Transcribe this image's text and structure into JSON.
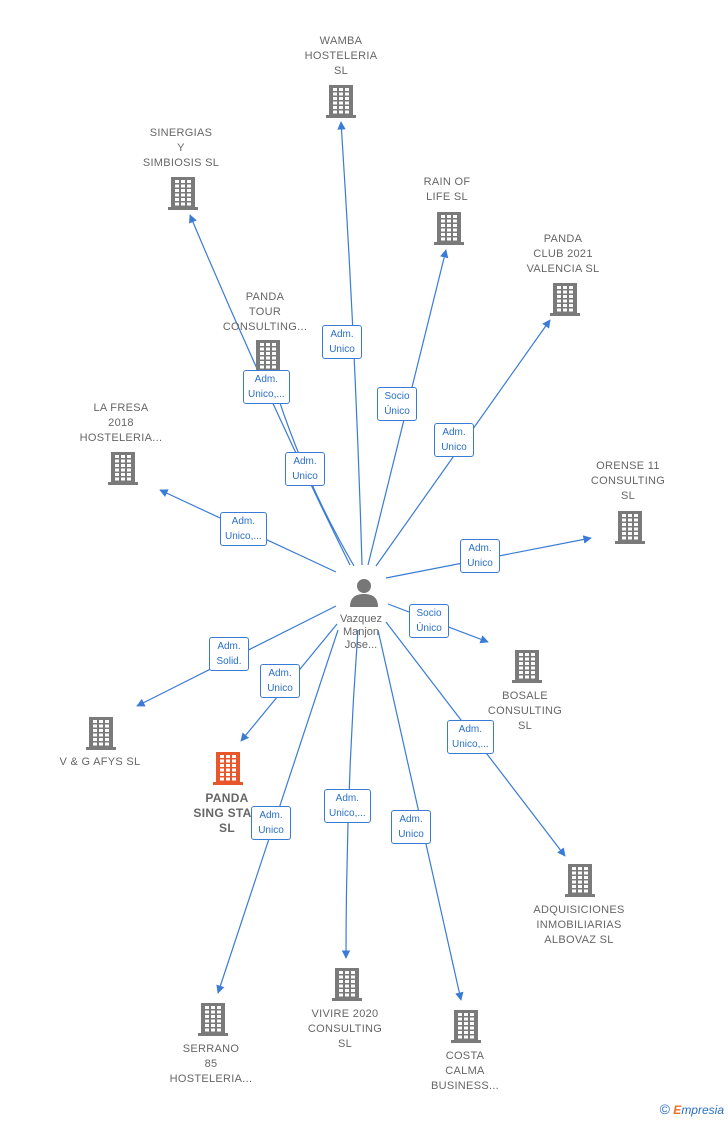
{
  "colors": {
    "edge": "#3a7bd5",
    "building": "#7a7a7a",
    "highlight": "#e8562b",
    "person": "#777777"
  },
  "center": {
    "label": "Vazquez\nManjon\nJose..."
  },
  "nodes": [
    {
      "id": "wamba",
      "label": "WAMBA\nHOSTELERIA\nSL",
      "highlight": false
    },
    {
      "id": "sinergias",
      "label": "SINERGIAS\nY\nSIMBIOSIS SL",
      "highlight": false
    },
    {
      "id": "rain",
      "label": "RAIN OF\nLIFE  SL",
      "highlight": false
    },
    {
      "id": "panda2021",
      "label": "PANDA\nCLUB 2021\nVALENCIA  SL",
      "highlight": false
    },
    {
      "id": "pandatour",
      "label": "PANDA\nTOUR\nCONSULTING...",
      "highlight": false
    },
    {
      "id": "lafresa",
      "label": "LA FRESA\n2018\nHOSTELERIA...",
      "highlight": false
    },
    {
      "id": "orense",
      "label": "ORENSE 11\nCONSULTING\nSL",
      "highlight": false
    },
    {
      "id": "bosale",
      "label": "BOSALE\nCONSULTING\nSL",
      "highlight": false
    },
    {
      "id": "vgafys",
      "label": "V & G AFYS  SL",
      "highlight": false
    },
    {
      "id": "pandasing",
      "label": "PANDA\nSING STAR\nSL",
      "highlight": true
    },
    {
      "id": "adquisiciones",
      "label": "ADQUISICIONES\nINMOBILIARIAS\nALBOVAZ  SL",
      "highlight": false
    },
    {
      "id": "serrano",
      "label": "SERRANO\n85\nHOSTELERIA...",
      "highlight": false
    },
    {
      "id": "vivire",
      "label": "VIVIRE 2020\nCONSULTING\nSL",
      "highlight": false
    },
    {
      "id": "costa",
      "label": "COSTA\nCALMA\nBUSINESS...",
      "highlight": false
    }
  ],
  "edges": [
    {
      "to": "wamba",
      "label": "Adm.\nUnico"
    },
    {
      "to": "sinergias",
      "label": "Adm.\nUnico"
    },
    {
      "to": "rain",
      "label": "Socio\nÚnico"
    },
    {
      "to": "panda2021",
      "label": "Adm.\nUnico"
    },
    {
      "to": "pandatour",
      "label": "Adm.\nUnico,..."
    },
    {
      "to": "lafresa",
      "label": "Adm.\nUnico,..."
    },
    {
      "to": "orense",
      "label": "Adm.\nUnico"
    },
    {
      "to": "bosale",
      "label": "Socio\nÚnico"
    },
    {
      "to": "vgafys",
      "label": "Adm.\nSolid."
    },
    {
      "to": "pandasing",
      "label": "Adm.\nUnico"
    },
    {
      "to": "adquisiciones",
      "label": "Adm.\nUnico,..."
    },
    {
      "to": "serrano",
      "label": "Adm.\nUnico"
    },
    {
      "to": "vivire",
      "label": "Adm.\nUnico,..."
    },
    {
      "to": "costa",
      "label": "Adm.\nUnico"
    }
  ],
  "footer": {
    "copyright": "©",
    "brand_e": "E",
    "brand_rest": "mpresia"
  }
}
